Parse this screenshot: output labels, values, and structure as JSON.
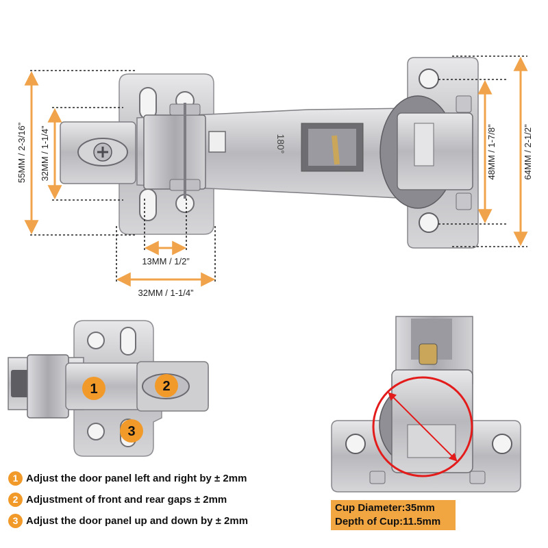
{
  "colors": {
    "accent": "#f19a2a",
    "dimension_line": "#f0a34a",
    "circle_highlight": "#e31b1b",
    "metal": "#c9c9cc"
  },
  "top_view": {
    "hinge_stamp": "180°",
    "dimensions": {
      "height_55": "55MM / 2-3/16”",
      "height_32": "32MM / 1-1/4”",
      "width_13": "13MM / 1/2”",
      "width_32": "32MM / 1-1/4”",
      "height_48": "48MM / 1-7/8”",
      "height_64": "64MM / 2-1/2”"
    }
  },
  "adjustment_view": {
    "screw_markers": [
      "1",
      "2",
      "3"
    ]
  },
  "legend": [
    {
      "num": "1",
      "text": "Adjust the door panel left and right by ± 2mm"
    },
    {
      "num": "2",
      "text": "Adjustment of front and rear gaps ± 2mm"
    },
    {
      "num": "3",
      "text": "Adjust the door panel up and down by ± 2mm"
    }
  ],
  "cup_spec": {
    "diameter": "Cup Diameter:35mm",
    "depth": "Depth of Cup:11.5mm"
  }
}
